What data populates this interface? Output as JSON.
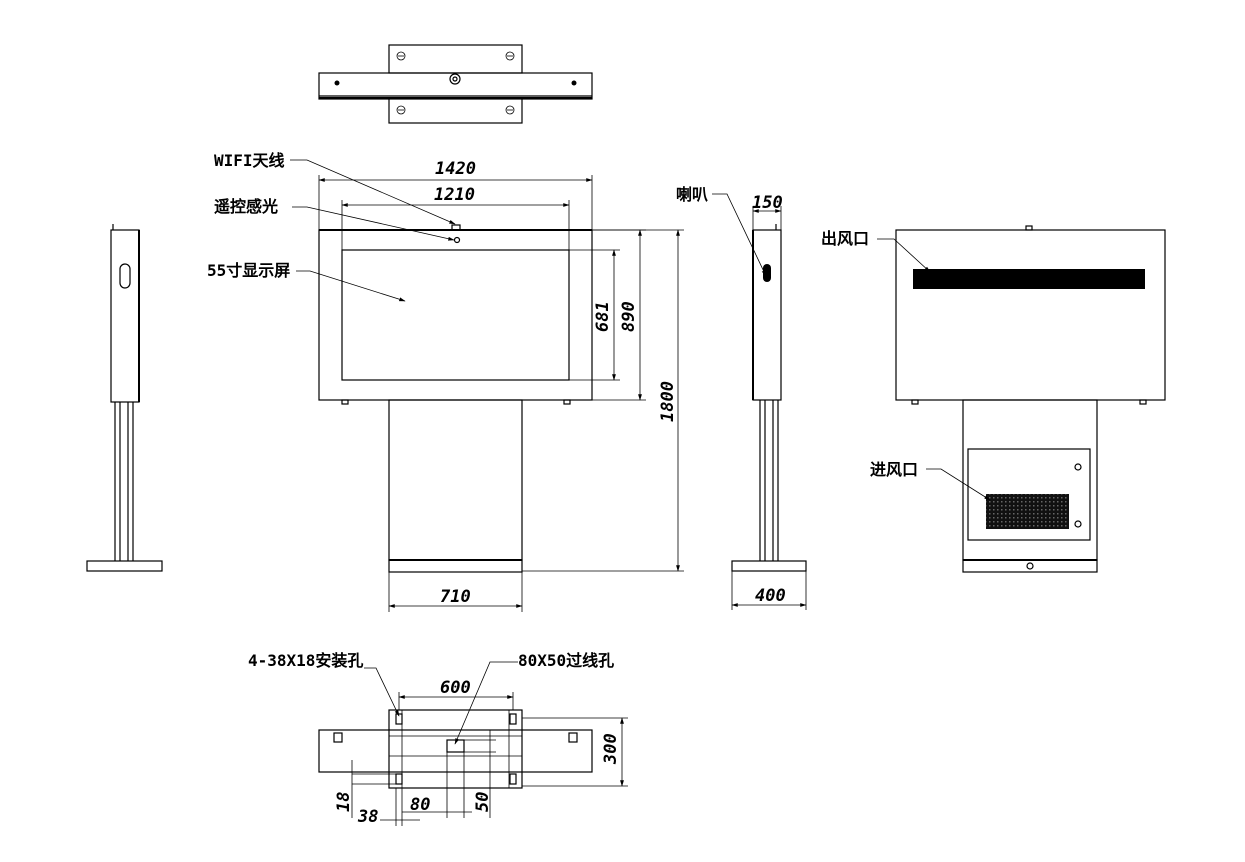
{
  "dimensions": {
    "overall_width": "1420",
    "screen_width": "1210",
    "screen_height": "681",
    "cabinet_height": "890",
    "total_height": "1800",
    "stand_width": "710",
    "depth": "150",
    "base_depth": "400",
    "mount_spacing": "600",
    "mount_depth": "300",
    "d18": "18",
    "d38": "38",
    "d80": "80",
    "d50": "50"
  },
  "labels": {
    "wifi": "WIFI天线",
    "remote": "遥控感光",
    "screen": "55寸显示屏",
    "speaker": "喇叭",
    "outlet": "出风口",
    "inlet": "进风口",
    "mount_holes": "4-38X18安装孔",
    "cable_hole": "80X50过线孔"
  }
}
